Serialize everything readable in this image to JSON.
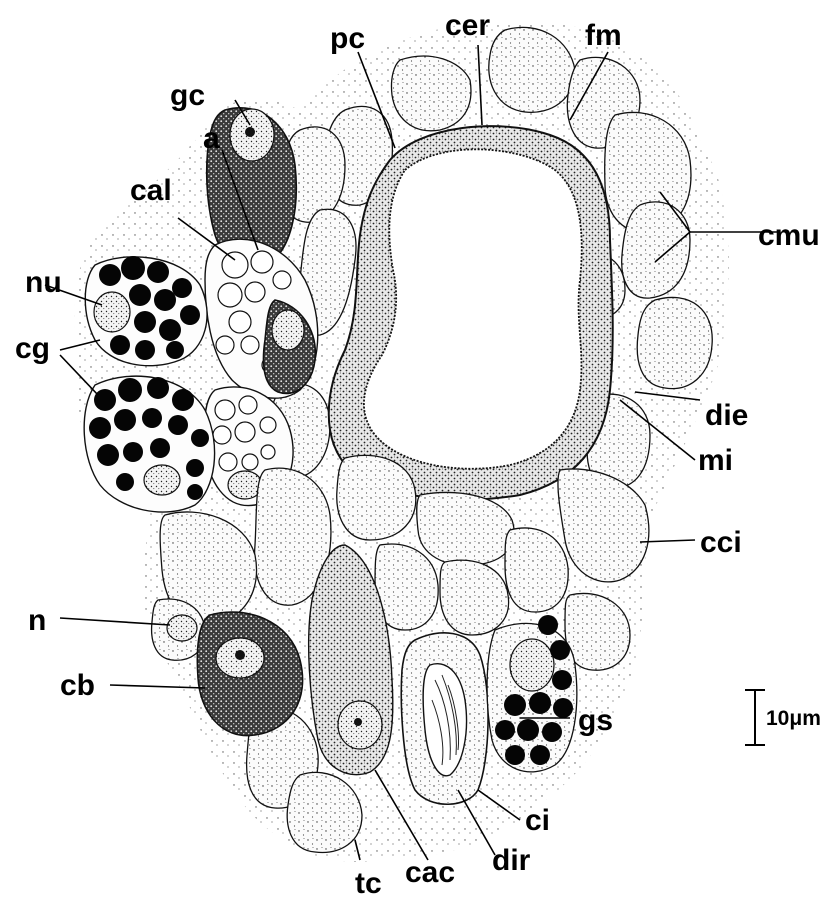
{
  "labels": {
    "pc": "pc",
    "cer": "cer",
    "fm": "fm",
    "gc": "gc",
    "a": "a",
    "cal": "cal",
    "cmu": "cmu",
    "nu": "nu",
    "cg": "cg",
    "die": "die",
    "mi": "mi",
    "cci": "cci",
    "n": "n",
    "cb": "cb",
    "gs": "gs",
    "ci": "ci",
    "tc": "tc",
    "cac": "cac",
    "dir": "dir"
  },
  "scale_bar": {
    "label": "10μm",
    "length_um": 10
  }
}
